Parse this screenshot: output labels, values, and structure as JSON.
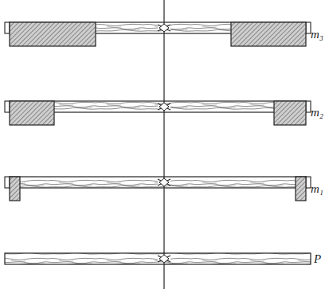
{
  "diagram": {
    "labels": [
      "m₃",
      "m₂",
      "m₁",
      "P"
    ]
  }
}
